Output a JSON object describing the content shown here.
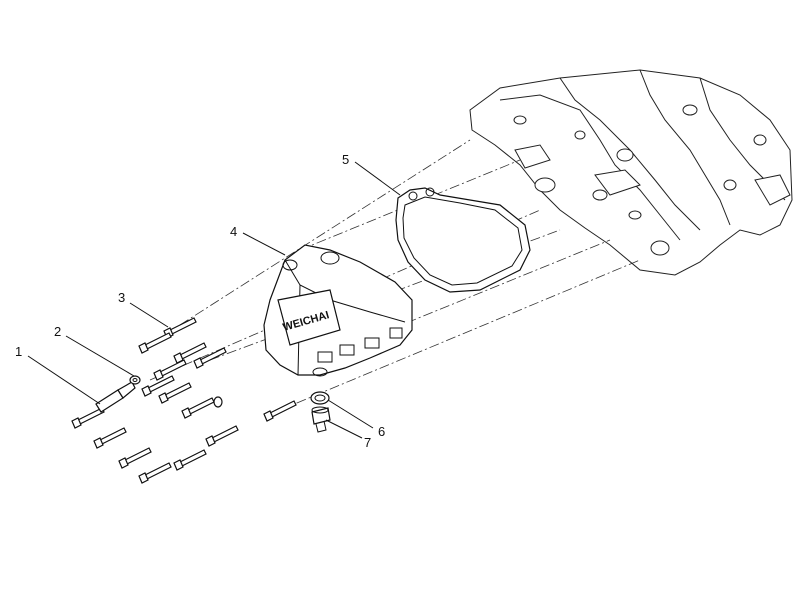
{
  "callouts": [
    {
      "id": "1",
      "label": "1"
    },
    {
      "id": "2",
      "label": "2"
    },
    {
      "id": "3",
      "label": "3"
    },
    {
      "id": "4",
      "label": "4"
    },
    {
      "id": "5",
      "label": "5"
    },
    {
      "id": "6",
      "label": "6"
    },
    {
      "id": "7",
      "label": "7"
    }
  ],
  "cover": {
    "brand_text": "WEICHAI"
  }
}
